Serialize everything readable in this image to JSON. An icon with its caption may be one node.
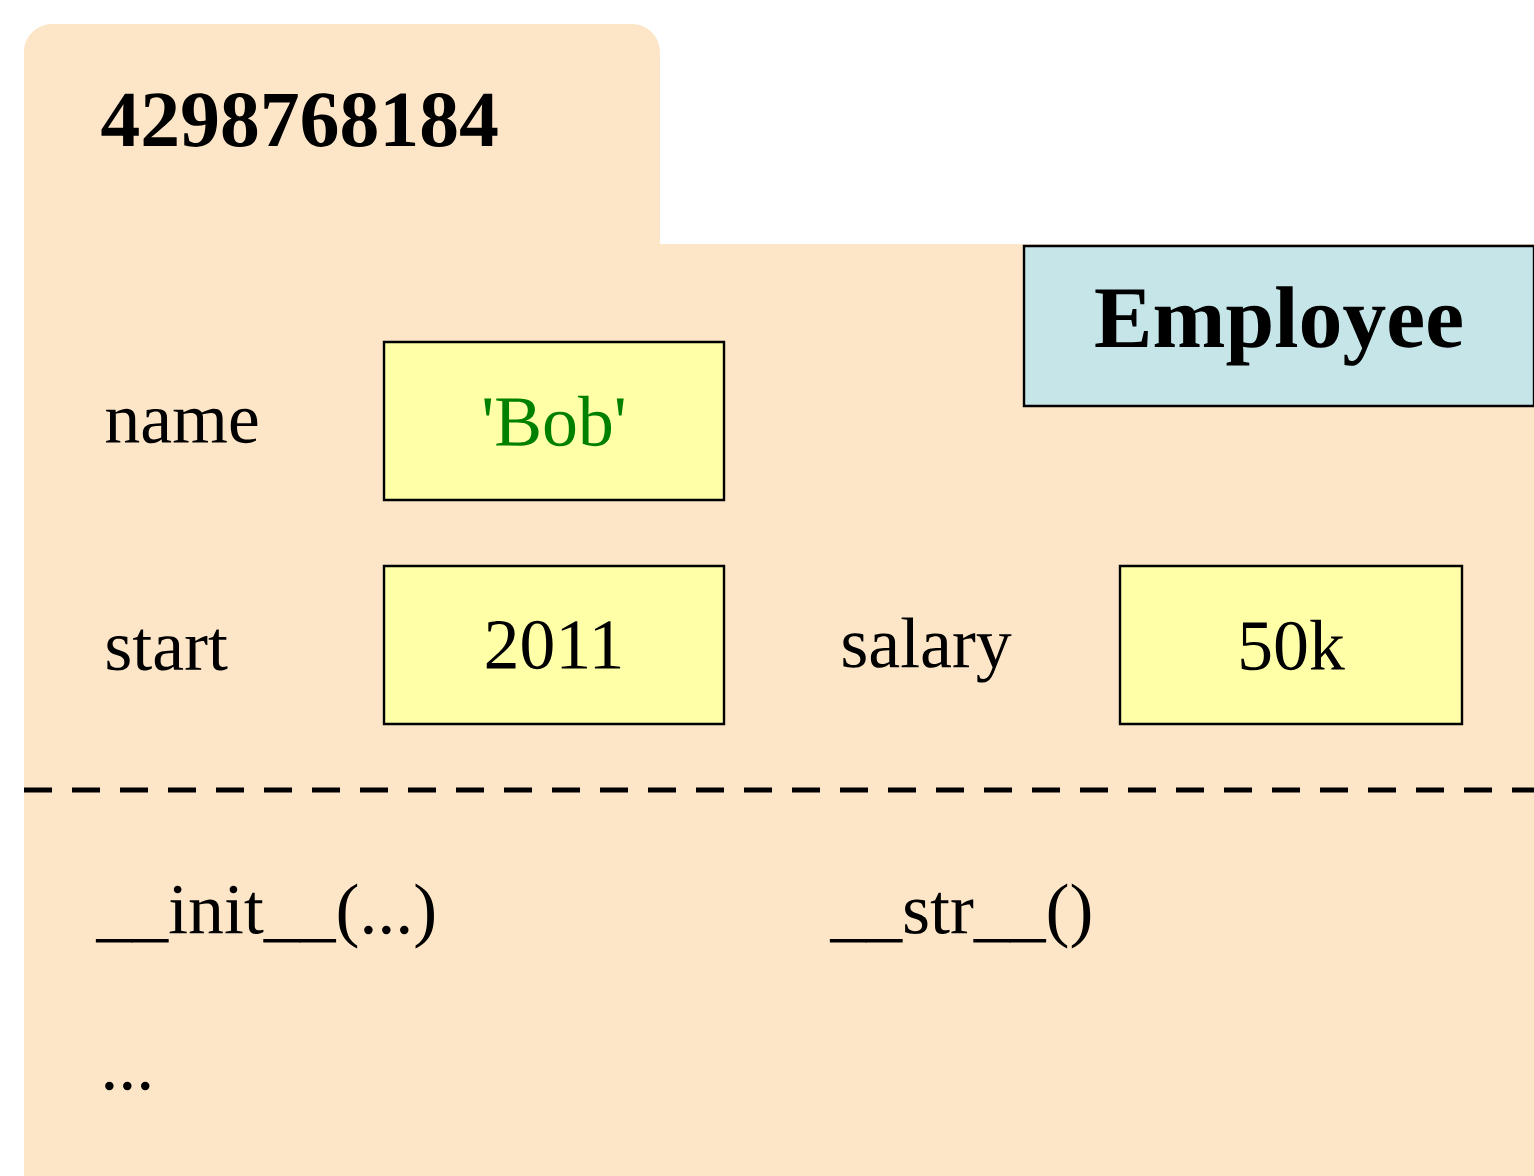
{
  "diagram": {
    "nodes": [
      {
        "text": [
          "4298768184"
        ]
      },
      {
        "text": [
          "Employee"
        ],
        "in": 0
      },
      {
        "text": [
          "'Bob'"
        ],
        "in": 0,
        "beside": [
          "name"
        ]
      },
      {
        "text": [
          "2011"
        ],
        "in": 0,
        "beside": [
          "start"
        ]
      },
      {
        "text": [
          "50k"
        ],
        "in": 0,
        "beside": [
          "salary"
        ]
      }
    ],
    "labels": [
      "__init__(...)",
      "__str__()",
      "..."
    ]
  }
}
